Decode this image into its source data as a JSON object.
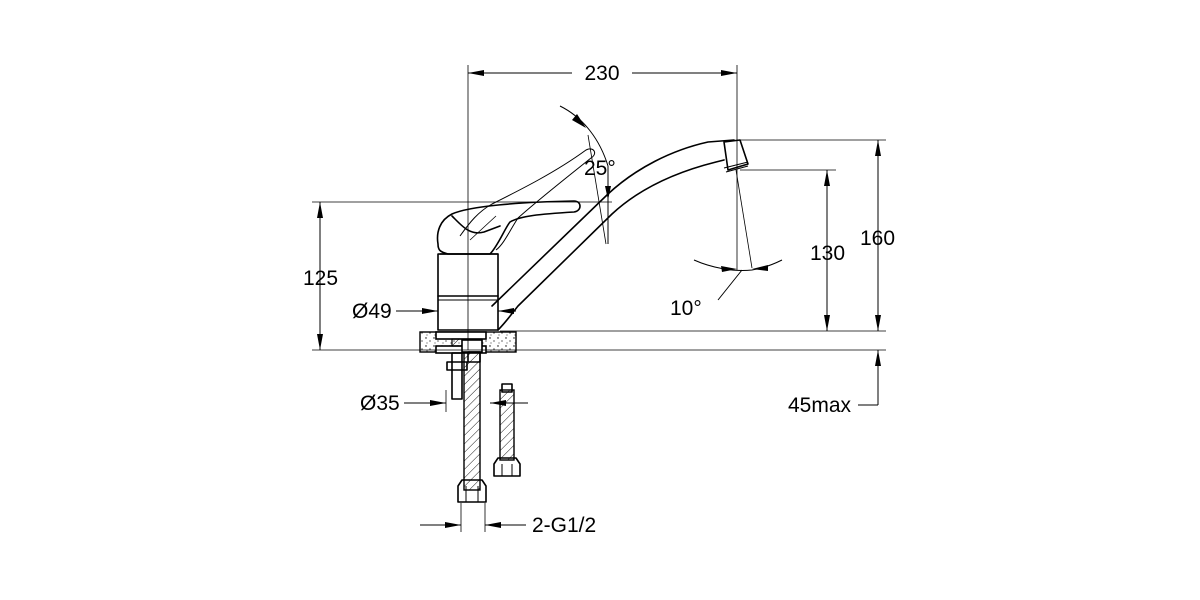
{
  "dimensions": {
    "spout_reach": "230",
    "total_height": "160",
    "spout_height": "130",
    "body_height": "125",
    "body_diameter": "Ø49",
    "hole_diameter": "Ø35",
    "max_counter_thickness": "45max",
    "connection_thread": "2-G1/2",
    "lever_angle": "25°",
    "spout_tilt_angle": "10°"
  }
}
